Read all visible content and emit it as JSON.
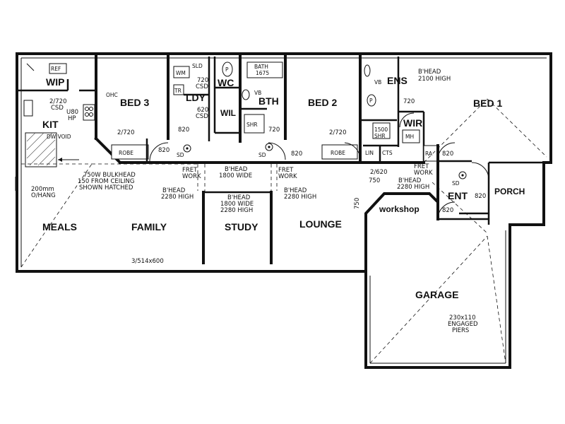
{
  "rooms": {
    "wip": "WIP",
    "kit": "KIT",
    "bed3": "BED 3",
    "ldy": "LDY",
    "wc": "WC",
    "bth": "BTH",
    "bed2": "BED 2",
    "ens": "ENS",
    "wir": "WIR",
    "bed1": "BED 1",
    "meals": "MEALS",
    "family": "FAMILY",
    "study": "STUDY",
    "lounge": "LOUNGE",
    "workshop": "workshop",
    "ent": "ENT",
    "porch": "PORCH",
    "garage": "GARAGE"
  },
  "fixtures": {
    "ref": "REF",
    "wm": "WM",
    "tr": "TR",
    "p1": "P",
    "p2": "P",
    "vb1": "VB",
    "vb2": "VB",
    "shr1": "SHR",
    "shr2": "1500\nSHR",
    "mh": "MH",
    "lin": "LIN",
    "cts": "CTS",
    "ra": "RA",
    "robe1": "ROBE",
    "robe2": "ROBE",
    "sd1": "SD",
    "sd2": "SD",
    "sd3": "SD",
    "ohc": "OHC",
    "dw_void": "DW VOID",
    "bath": "BATH",
    "bath_size": "1675",
    "sld": "SLD"
  },
  "notes": {
    "wip_door_a": "2/720",
    "wip_door_b": "CSD",
    "uhp_a": "U80",
    "uhp_b": "HP",
    "bed3_door": "2/720",
    "ldy_door_a": "720",
    "ldy_door_b": "CSD",
    "wil_a": "620",
    "wil_b": "CSD",
    "wil": "WIL",
    "d820_1": "820",
    "d820_2": "820",
    "d820_3": "820",
    "d820_4": "820",
    "d820_5": "820",
    "d820_6": "820",
    "d720_bth": "720",
    "d720_ens": "720",
    "bed2_door": "2/720",
    "ens_bhead_a": "B'HEAD",
    "ens_bhead_b": "2100 HIGH",
    "d2620": "2/620",
    "d750a": "750",
    "d750b": "750",
    "fret1": "FRET",
    "work1": "WORK",
    "fret2": "FRET",
    "work2": "WORK",
    "fret3": "FRET",
    "work3": "WORK",
    "bhead_1800_a": "B'HEAD",
    "bhead_1800_b": "1800 WIDE",
    "bhead_f_a": "B'HEAD",
    "bhead_f_b": "2280 HIGH",
    "bhead_s_a": "B'HEAD",
    "bhead_s_b": "1800 WIDE",
    "bhead_s_c": "2280 HIGH",
    "bhead_l_a": "B'HEAD",
    "bhead_l_b": "2280 HIGH",
    "bhead_e_a": "B'HEAD",
    "bhead_e_b": "2280 HIGH",
    "bulkhead_a": "750W BULKHEAD",
    "bulkhead_b": "150 FROM CEILING",
    "bulkhead_c": "SHOWN HATCHED",
    "ohang_a": "200mm",
    "ohang_b": "O/HANG",
    "window": "3/514x600",
    "piers_a": "230x110",
    "piers_b": "ENGAGED",
    "piers_c": "PIERS"
  }
}
